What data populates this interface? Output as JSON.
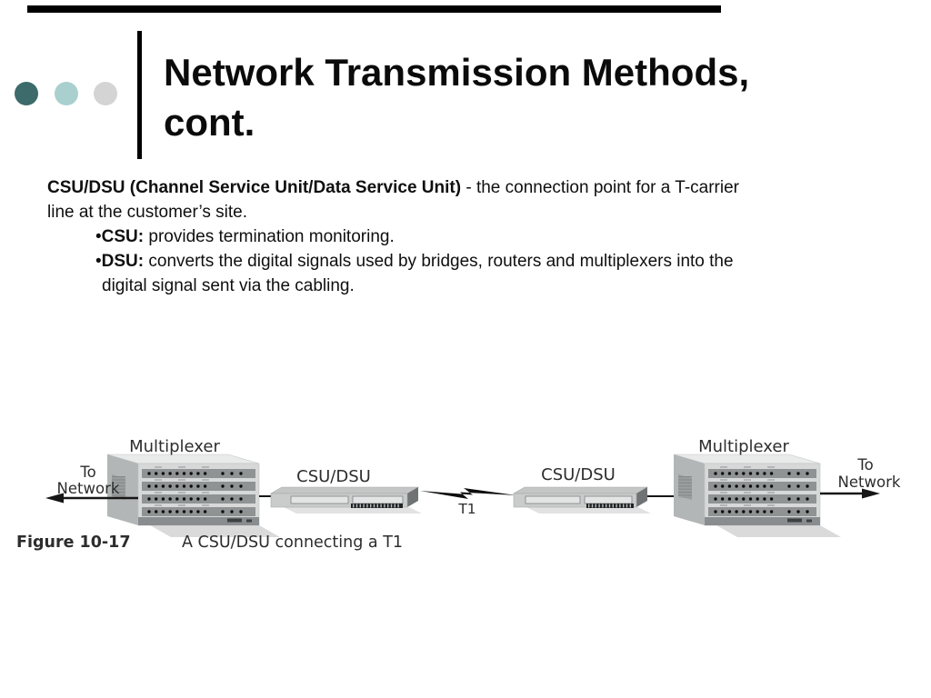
{
  "slide": {
    "title": "Network Transmission Methods, cont.",
    "accent_colors": [
      "#3d6a6a",
      "#a9d0cf",
      "#d3d4d3"
    ],
    "bar_color": "#000000"
  },
  "body": {
    "para": {
      "bold": "CSU/DSU (Channel Service Unit/Data Service Unit)",
      "rest": " - the connection point for a T-carrier",
      "line2": "line at the customer’s site."
    },
    "bullets": [
      {
        "bullet": "•",
        "label": "CSU:",
        "text": " provides termination monitoring."
      },
      {
        "bullet": "•",
        "label": "DSU:",
        "line1": " converts the digital signals used by bridges, routers and multiplexers into the",
        "line2": "digital signal sent via the cabling."
      }
    ]
  },
  "figure": {
    "left_multiplexer_label": "Multiplexer",
    "right_multiplexer_label": "Multiplexer",
    "left_csudsu_label": "CSU/DSU",
    "right_csudsu_label": "CSU/DSU",
    "left_to": "To",
    "left_network": "Network",
    "right_to": "To",
    "right_network": "Network",
    "t1_label": "T1",
    "caption_bold": "Figure 10-17",
    "caption_text": "A CSU/DSU connecting a T1"
  }
}
